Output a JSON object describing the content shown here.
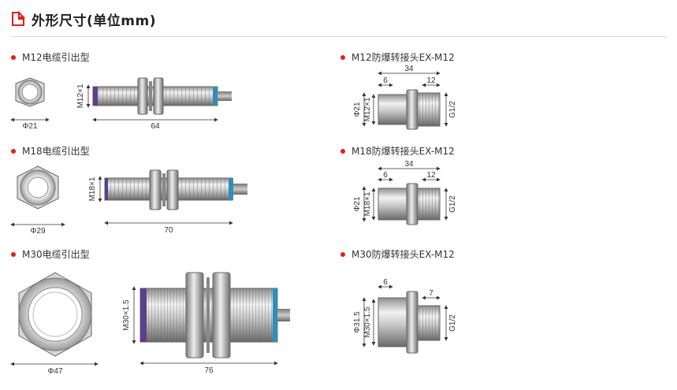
{
  "header": {
    "title": "外形尺寸(单位mm)",
    "accent": "#e02020"
  },
  "sections": [
    {
      "label": "M12电缆引出型",
      "diameter": "Φ21",
      "thread": "M12×1",
      "length": "64"
    },
    {
      "label": "M18电缆引出型",
      "diameter": "Φ29",
      "thread": "M18×1",
      "length": "70"
    },
    {
      "label": "M30电缆引出型",
      "diameter": "Φ47",
      "thread": "M30×1.5",
      "length": "76"
    },
    {
      "label": "M12防爆转接头EX-M12",
      "total": "34",
      "left": "6",
      "right": "12",
      "diameter": "Φ21",
      "thread": "M12×1",
      "pipe": "G1/2"
    },
    {
      "label": "M18防爆转接头EX-M12",
      "total": "34",
      "left": "6",
      "right": "12",
      "diameter": "Φ21",
      "thread": "M18×1",
      "pipe": "G1/2"
    },
    {
      "label": "M30防爆转接头EX-M12",
      "left": "6",
      "right": "7",
      "diameter": "Φ31.5",
      "thread": "M30×1.5",
      "pipe": "G1/2"
    }
  ]
}
